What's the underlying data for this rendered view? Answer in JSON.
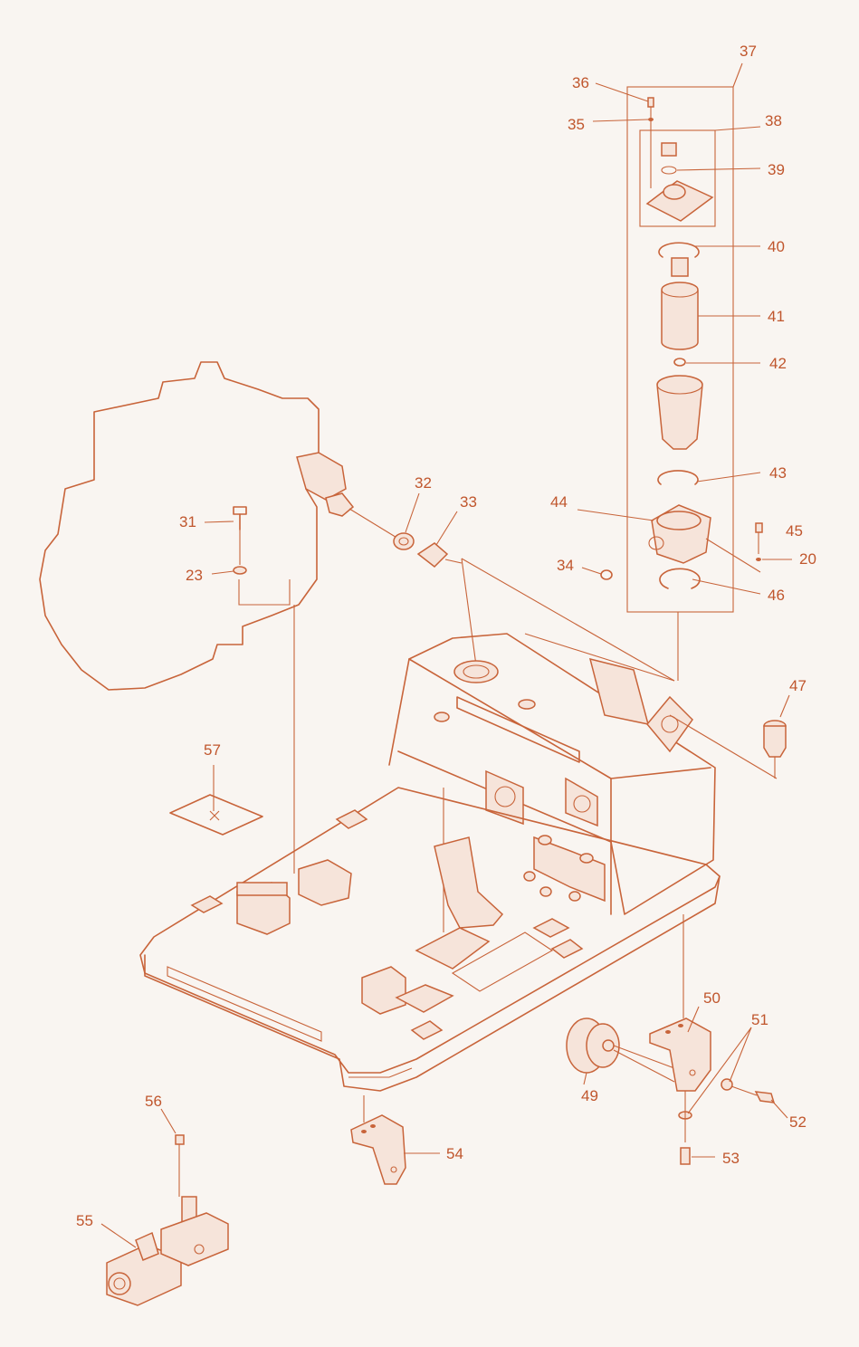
{
  "colors": {
    "stroke": "#c8643a",
    "label": "#c0562d",
    "background": "#f9f5f1"
  },
  "callouts": {
    "c20": "20",
    "c23": "23",
    "c31": "31",
    "c32": "32",
    "c33": "33",
    "c34": "34",
    "c35": "35",
    "c36": "36",
    "c37": "37",
    "c38": "38",
    "c39": "39",
    "c40": "40",
    "c41": "41",
    "c42": "42",
    "c43": "43",
    "c44": "44",
    "c45": "45",
    "c46": "46",
    "c47": "47",
    "c49": "49",
    "c50": "50",
    "c51": "51",
    "c52": "52",
    "c53": "53",
    "c54": "54",
    "c55": "55",
    "c56": "56",
    "c57": "57"
  }
}
